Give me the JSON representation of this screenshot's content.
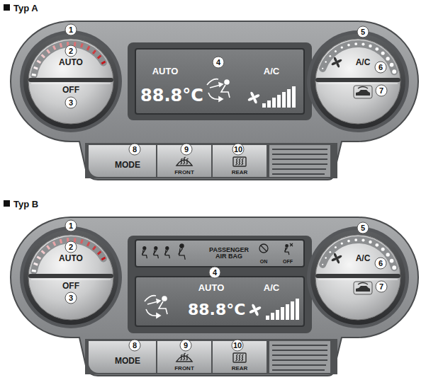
{
  "diagram": {
    "nodes": [
      {
        "text": [
          "AUTO",
          "OFF"
        ]
      },
      {
        "text": [
          "AUTO",
          "88.8°C",
          "A/C"
        ]
      },
      {
        "text": [
          "A/C"
        ]
      },
      {
        "text": [
          "MODE"
        ]
      },
      {
        "text": [
          "FRONT"
        ]
      },
      {
        "text": [
          "REAR"
        ]
      },
      {
        "text": [
          "AUTO",
          "OFF"
        ]
      },
      {
        "text": [
          "PASSENGER AIR BAG",
          "ON",
          "OFF"
        ]
      },
      {
        "text": [
          "AUTO",
          "88.8°C",
          "A/C"
        ]
      },
      {
        "text": [
          "A/C"
        ]
      },
      {
        "text": [
          "MODE"
        ]
      },
      {
        "text": [
          "FRONT"
        ]
      },
      {
        "text": [
          "REAR"
        ]
      }
    ],
    "labels": [
      "Typ A",
      "1",
      "2",
      "3",
      "4",
      "5",
      "6",
      "7",
      "8",
      "9",
      "10",
      "Typ B",
      "1",
      "2",
      "3",
      "4",
      "5",
      "6",
      "7",
      "8",
      "9",
      "10"
    ]
  }
}
